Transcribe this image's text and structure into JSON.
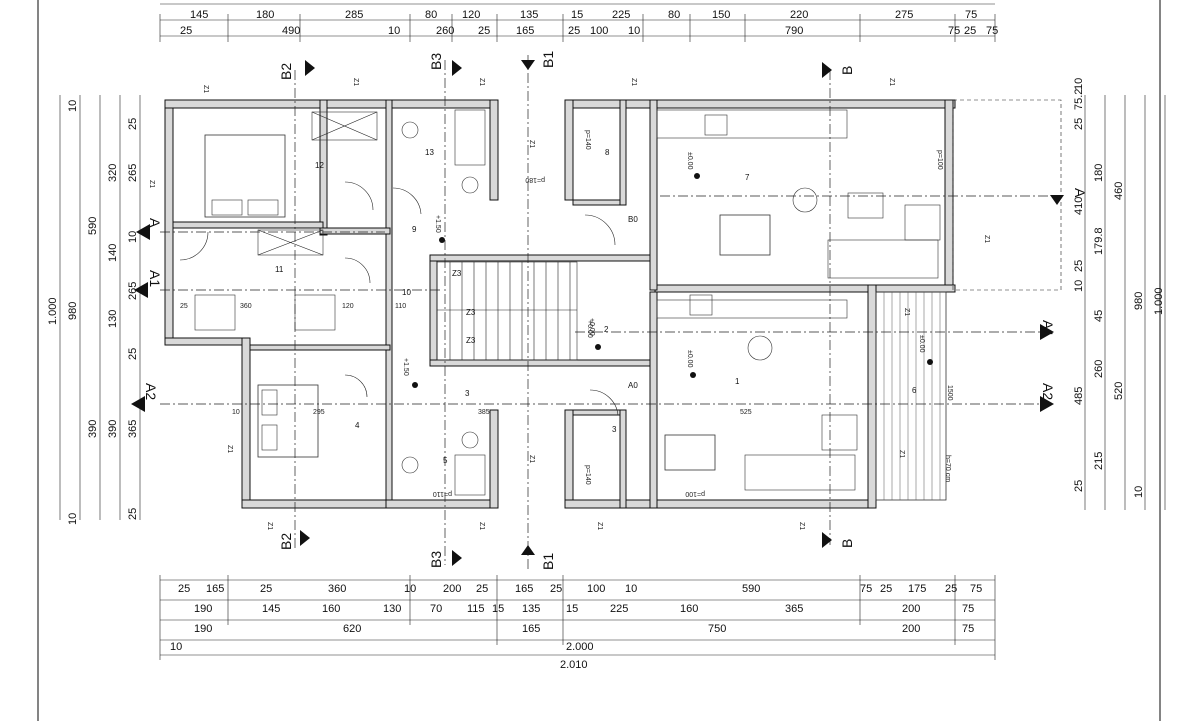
{
  "dims_top_row1": [
    "145",
    "180",
    "285",
    "80",
    "120",
    "135",
    "15",
    "225",
    "80",
    "150",
    "220",
    "275",
    "75"
  ],
  "dims_top_row2": [
    "25",
    "490",
    "10",
    "260",
    "25",
    "165",
    "25",
    "100",
    "10",
    "790",
    "75",
    "25",
    "75"
  ],
  "dims_bottom_row1": [
    "25",
    "165",
    "25",
    "360",
    "10",
    "200",
    "25",
    "165",
    "25",
    "100",
    "10",
    "590",
    "75",
    "25",
    "175",
    "25",
    "75"
  ],
  "dims_bottom_row2": [
    "190",
    "145",
    "160",
    "130",
    "70",
    "115",
    "15",
    "135",
    "15",
    "225",
    "160",
    "365",
    "200",
    "75"
  ],
  "dims_bottom_row3": [
    "190",
    "620",
    "165",
    "750",
    "200",
    "75"
  ],
  "dims_bottom_total": [
    "10",
    "2.000",
    "2.010"
  ],
  "dims_left": [
    "10",
    "25",
    "320",
    "265",
    "590",
    "10",
    "140",
    "980",
    "1.000",
    "265",
    "130",
    "25",
    "390",
    "390",
    "365",
    "10",
    "25"
  ],
  "dims_right": [
    "10",
    "75.2",
    "25",
    "180",
    "460",
    "410",
    "179.8",
    "25",
    "10",
    "45",
    "980",
    "1.000",
    "485",
    "260",
    "520",
    "215",
    "25",
    "10"
  ],
  "section_marks": [
    "B2",
    "B3",
    "B1",
    "B",
    "A",
    "A1",
    "A2",
    "A2",
    "A1",
    "A",
    "B2",
    "B3",
    "B1",
    "B"
  ],
  "rooms": [
    "12",
    "13",
    "11",
    "9",
    "10",
    "8",
    "7",
    "B0",
    "Z3",
    "Z3",
    "Z3",
    "2",
    "A0",
    "1",
    "6",
    "3",
    "4",
    "5",
    "3"
  ],
  "room_labels": [
    "Z1",
    "Z1",
    "Z1",
    "Z1",
    "Z1",
    "Z1",
    "Z1",
    "Z1",
    "Z1",
    "Z1",
    "Z1",
    "Z1",
    "Z1",
    "Z1",
    "Z1",
    "Z1"
  ],
  "annotations": [
    "±0.00",
    "+1.50",
    "+0.00",
    "±0.00",
    "+1.50",
    "±0.00",
    "p=100",
    "p=140",
    "p=140",
    "p=180",
    "p=110",
    "p=100",
    "h=70 cm",
    "+0.00",
    "1500",
    "525",
    "385",
    "295",
    "360",
    "10",
    "120",
    "25",
    "110"
  ],
  "brand_color": "#111111"
}
